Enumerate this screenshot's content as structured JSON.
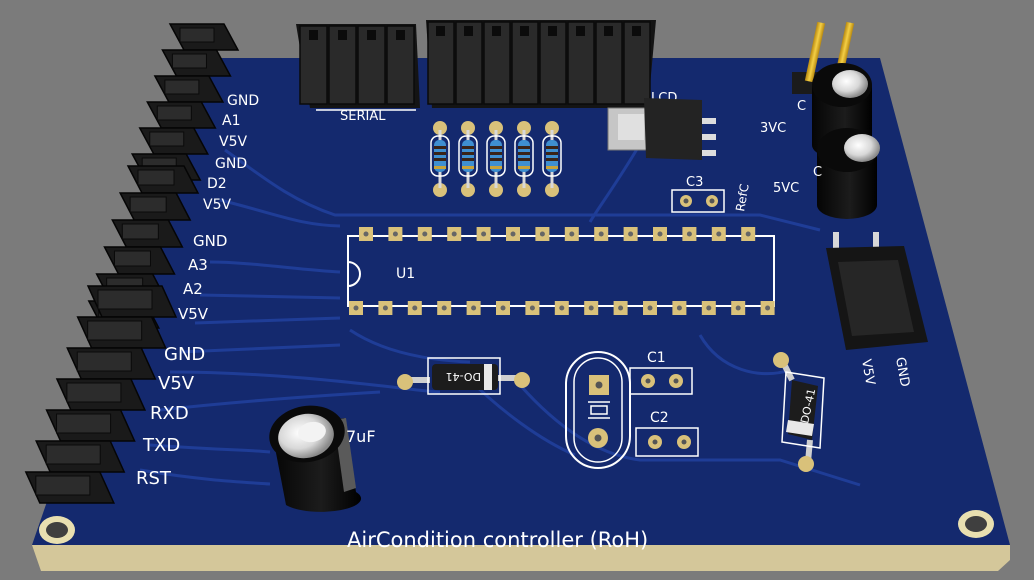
{
  "board": {
    "title": "AirCondition controller (RoH)",
    "colors": {
      "background": "#7b7b7b",
      "pcb": "#14296e",
      "pcb_dark": "#0e1f56",
      "trace": "#1d3a8f",
      "silkscreen": "#ffffff",
      "pad": "#d9c17a",
      "header": "#1f1f1f",
      "pin_gold": "#e2b21c"
    }
  },
  "labels": {
    "serial": "SERIAL",
    "lcd": "LCD",
    "c3": "C3",
    "refc": "RefC",
    "u1": "U1",
    "c1": "C1",
    "c2": "C2",
    "diode_left": "DO-41",
    "diode_right": "DO-41",
    "cap_7uf": "7uF",
    "cap_3v": "3VC",
    "cap_5v": "5VC",
    "cap_3v_ref": "C",
    "cap_5v_ref": "C",
    "cap_3v_top_ref": "C",
    "right_header_v5v": "V5V",
    "right_header_gnd": "GND"
  },
  "left_header_pins": {
    "group1": [
      "GND",
      "A1",
      "V5V",
      "GND",
      "D2",
      "V5V"
    ],
    "group2": [
      "GND",
      "A3",
      "A2",
      "V5V"
    ],
    "group3": [
      "GND",
      "V5V",
      "RXD",
      "TXD",
      "RST"
    ]
  }
}
